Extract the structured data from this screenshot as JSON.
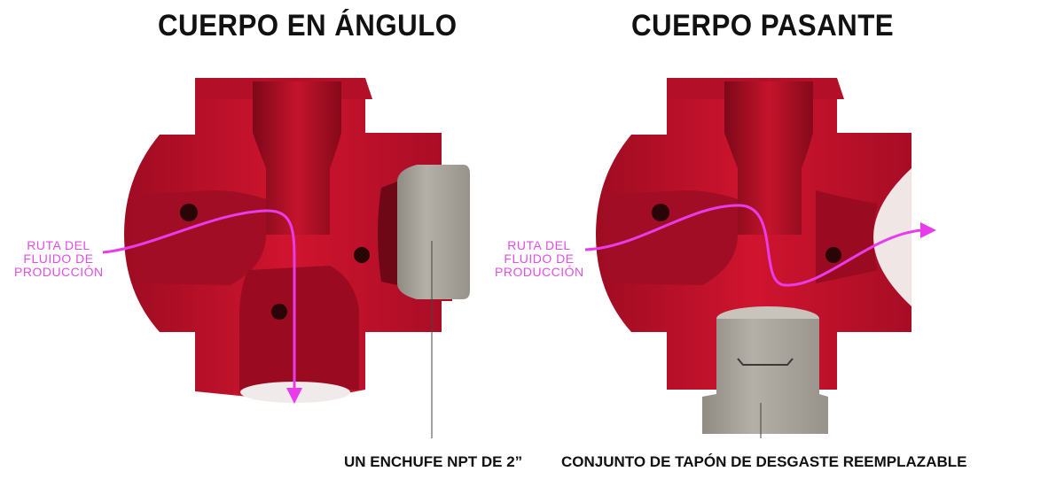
{
  "diagram": {
    "left": {
      "title": "CUERPO EN ÁNGULO",
      "flow_label": [
        "RUTA DEL",
        "FLUIDO DE",
        "PRODUCCIÓN"
      ],
      "callout": "UN ENCHUFE NPT DE 2”"
    },
    "right": {
      "title": "CUERPO PASANTE",
      "flow_label": [
        "RUTA DEL",
        "FLUIDO DE",
        "PRODUCCIÓN"
      ],
      "callout": "CONJUNTO DE TAPÓN DE DESGASTE REEMPLAZABLE"
    }
  },
  "colors": {
    "body_red": "#c8102e",
    "body_dark": "#8e0a1f",
    "body_light": "#e0323f",
    "plug_gray": "#a8a39a",
    "flow_magenta": "#e83be9",
    "text": "#111111"
  }
}
